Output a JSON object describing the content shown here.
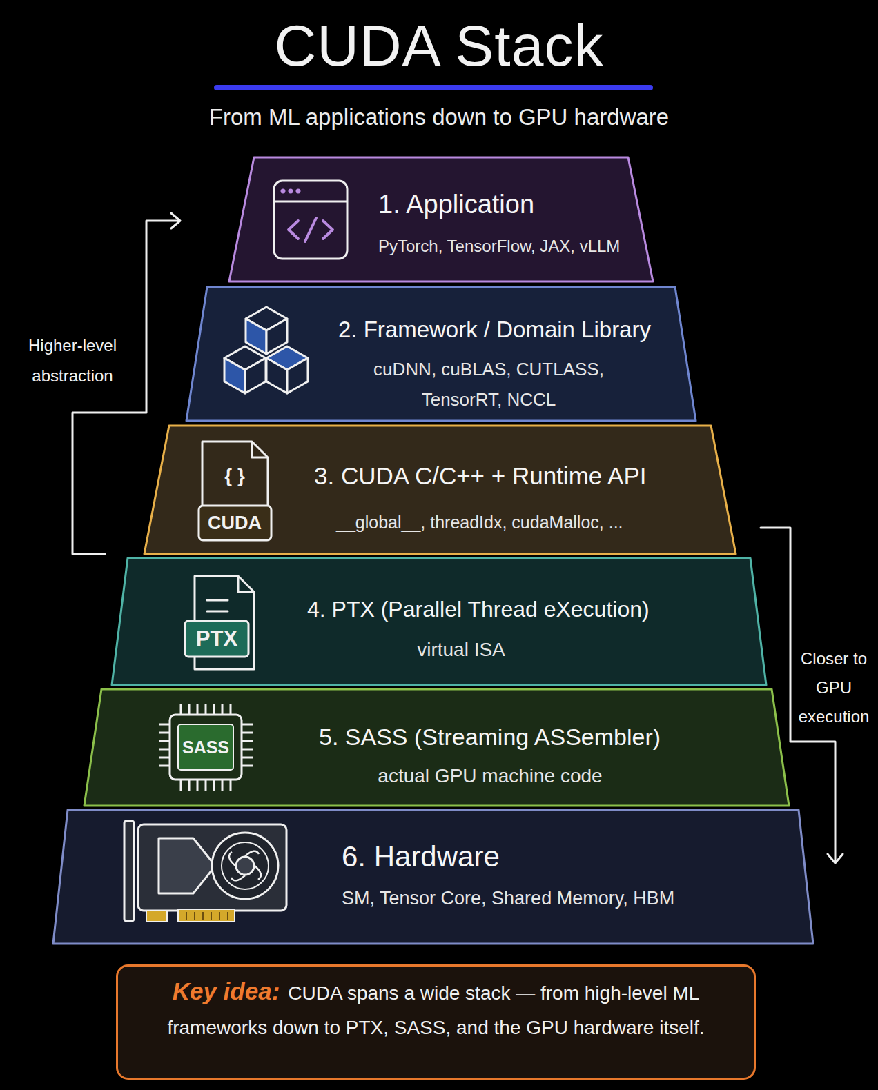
{
  "diagram": {
    "title": "CUDA Stack",
    "caption": "From ML applications down to GPU hardware",
    "nodes": [
      {
        "text": [
          "1. Application",
          "PyTorch, TensorFlow, JAX, vLLM"
        ]
      },
      {
        "text": [
          "2. Framework / Domain Library",
          "cuDNN, cuBLAS, CUTLASS, TensorRT, NCCL"
        ]
      },
      {
        "text": [
          "3. CUDA C/C++ + Runtime API",
          "__global__, threadIdx, cudaMalloc, ..."
        ]
      },
      {
        "text": [
          "4. PTX (Parallel Thread eXecution)",
          "virtual ISA"
        ]
      },
      {
        "text": [
          "5. SASS (Streaming ASSembler)",
          "actual GPU machine code"
        ]
      },
      {
        "text": [
          "6. Hardware",
          "SM, Tensor Core, Shared Memory, HBM"
        ]
      },
      {
        "text": [
          "Key idea:",
          "CUDA spans a wide stack — from high-level ML frameworks down to PTX, SASS, and the GPU hardware itself."
        ]
      }
    ],
    "labels": [
      "Higher-level abstraction",
      "Closer to GPU execution",
      "{ }",
      "CUDA",
      "PTX",
      "SASS"
    ]
  }
}
